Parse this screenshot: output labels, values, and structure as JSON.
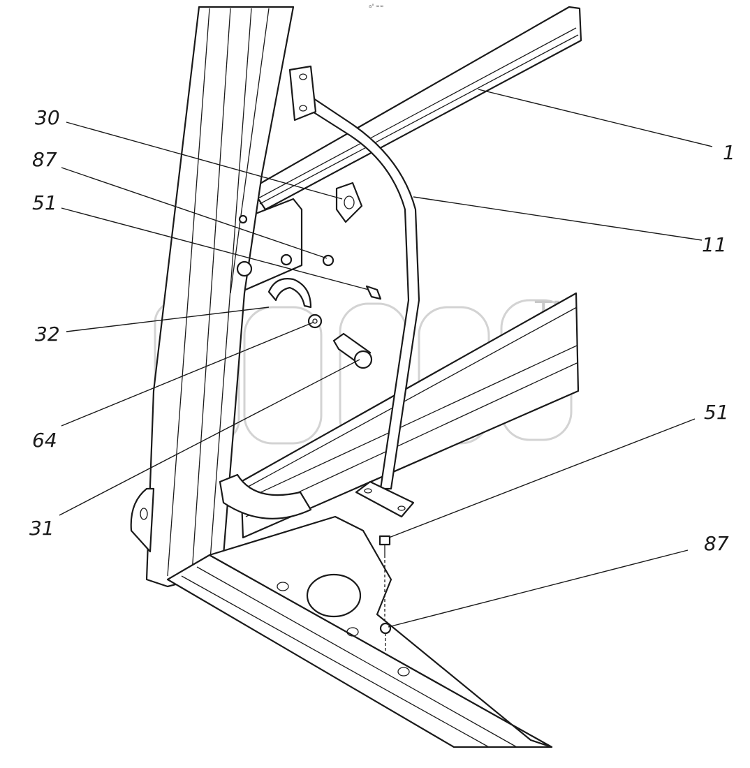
{
  "header": {
    "tiny_text": "a° ∞∞"
  },
  "watermark": {
    "trademark": "TM"
  },
  "callouts": [
    {
      "id": "c-30",
      "label": "30"
    },
    {
      "id": "c-87a",
      "label": "87"
    },
    {
      "id": "c-51a",
      "label": "51"
    },
    {
      "id": "c-32",
      "label": "32"
    },
    {
      "id": "c-64",
      "label": "64"
    },
    {
      "id": "c-31",
      "label": "31"
    },
    {
      "id": "c-1",
      "label": "1"
    },
    {
      "id": "c-11",
      "label": "11"
    },
    {
      "id": "c-51b",
      "label": "51"
    },
    {
      "id": "c-87b",
      "label": "87"
    }
  ]
}
